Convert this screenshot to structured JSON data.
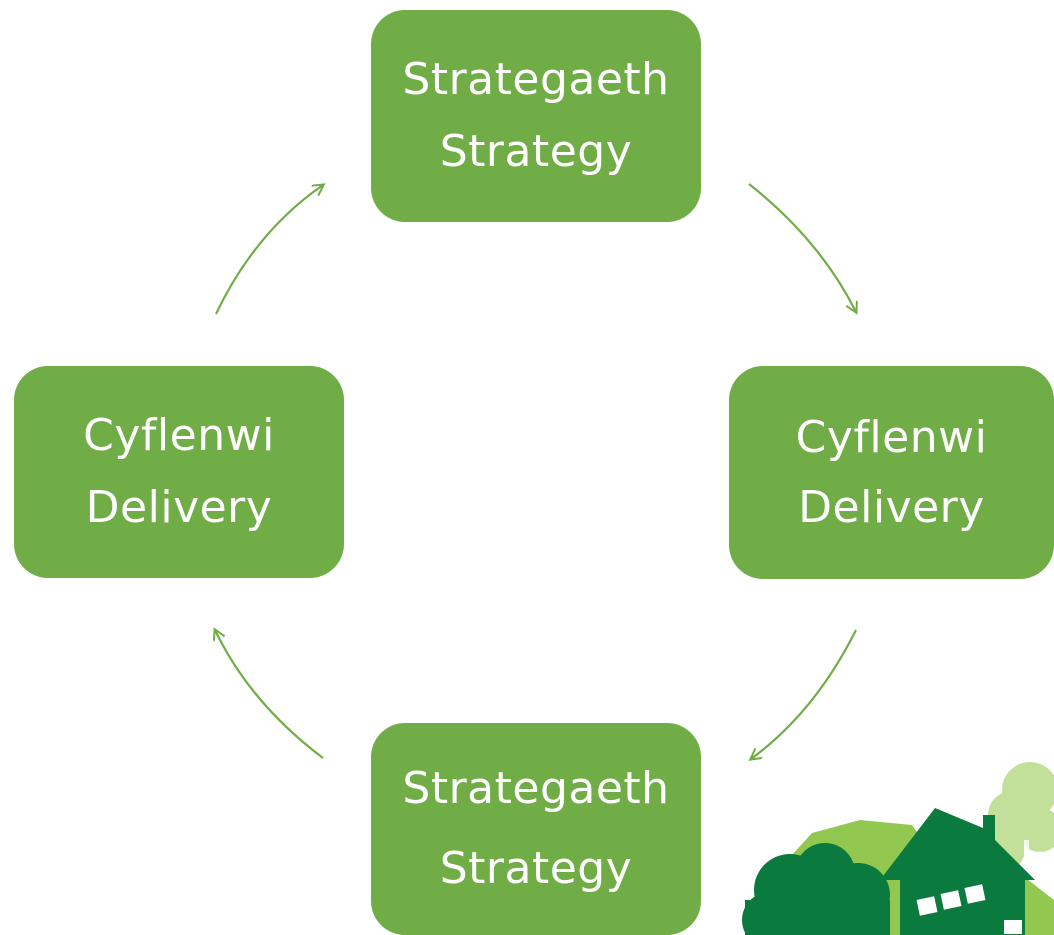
{
  "diagram": {
    "nodes": [
      {
        "id": "top",
        "line1": "Strategaeth",
        "line2": "Strategy"
      },
      {
        "id": "right",
        "line1": "Cyflenwi",
        "line2": "Delivery"
      },
      {
        "id": "bottom",
        "line1": "Strategaeth",
        "line2": "Strategy"
      },
      {
        "id": "left",
        "line1": "Cyflenwi",
        "line2": "Delivery"
      }
    ],
    "flow": [
      "top",
      "right",
      "bottom",
      "left",
      "top"
    ]
  },
  "colors": {
    "node_fill": "#70ad47",
    "node_text": "#ffffff",
    "arrow": "#70ad47",
    "art_dark_green": "#0a7a3e",
    "art_light_green": "#92c84f",
    "art_pale_green": "#c3e09a"
  },
  "decoration": {
    "icon": "house-and-trees-illustration"
  }
}
